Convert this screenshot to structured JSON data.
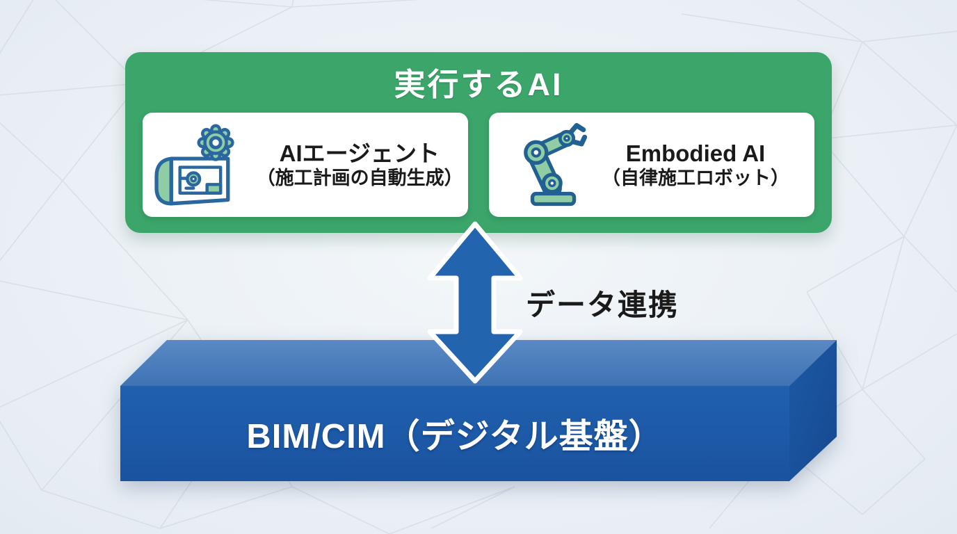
{
  "colors": {
    "background": "#EBF1F6",
    "mesh_line": "#CBD3DD",
    "panel_green": "#3BA56A",
    "card_bg": "#FFFFFF",
    "arrow_blue": "#2264AE",
    "box_front": "#1E5BA9",
    "box_top": "#4A7FBF",
    "box_side": "#1B55A2",
    "icon_outline": "#2A679F",
    "icon_fill": "#8FCDA4",
    "text_dark": "#1A1A1A",
    "text_white": "#FFFFFF"
  },
  "top_panel": {
    "title": "実行するAI",
    "cards": [
      {
        "icon": "blueprint-gear-icon",
        "title": "AIエージェント",
        "subtitle": "（施工計画の自動生成）"
      },
      {
        "icon": "robot-arm-icon",
        "title": "Embodied AI",
        "subtitle": "（自律施工ロボット）"
      }
    ]
  },
  "connector": {
    "label": "データ連携"
  },
  "platform": {
    "label": "BIM/CIM（デジタル基盤）"
  }
}
